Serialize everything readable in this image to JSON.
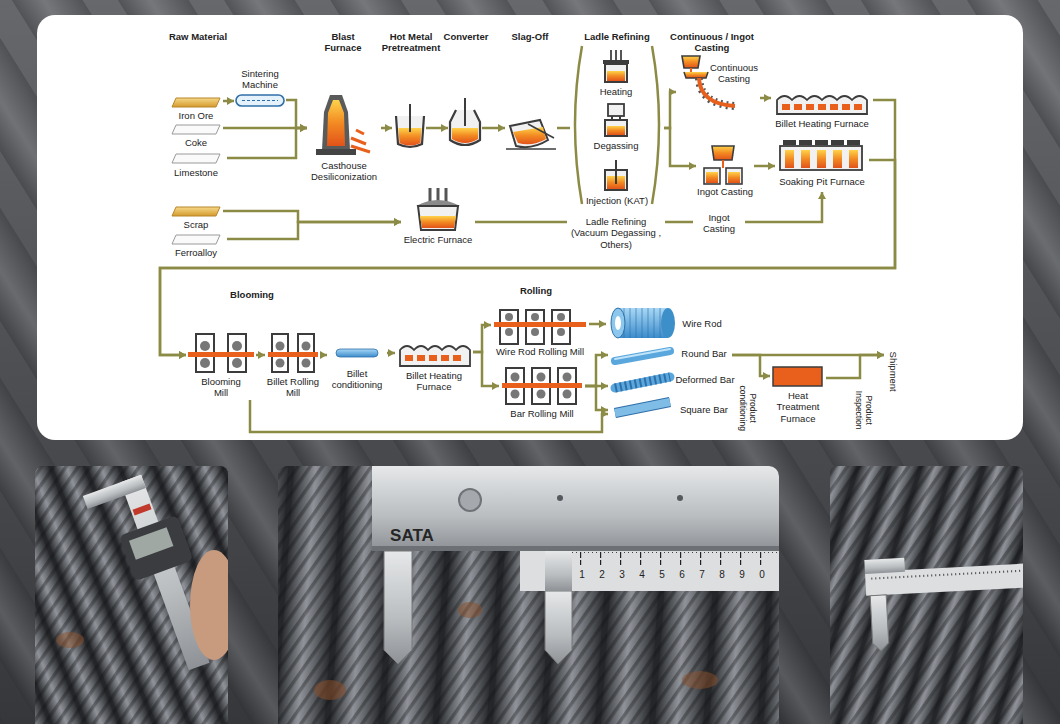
{
  "diagram": {
    "nodes": [
      {
        "text": [
          "Iron Ore"
        ]
      },
      {
        "text": [
          "Coke"
        ]
      },
      {
        "text": [
          "Limestone"
        ]
      },
      {
        "text": [
          "Sintering Machine"
        ]
      },
      {
        "text": [
          "Blast Furnace",
          "Casthouse Desiliconization"
        ]
      },
      {
        "text": [
          "Hot Metal Pretreatment"
        ]
      },
      {
        "text": [
          "Converter"
        ]
      },
      {
        "text": [
          "Slag-Off"
        ]
      },
      {
        "text": [
          "Ladle Refining"
        ]
      },
      {
        "text": [
          "Heating"
        ],
        "in": 8
      },
      {
        "text": [
          "Degassing"
        ],
        "in": 8
      },
      {
        "text": [
          "Injection (KAT)"
        ],
        "in": 8
      },
      {
        "text": [
          "Continuous Casting"
        ]
      },
      {
        "text": [
          "Ingot Casting"
        ]
      },
      {
        "text": [
          "Billet Heating Furnace"
        ]
      },
      {
        "text": [
          "Soaking Pit Furnace"
        ]
      },
      {
        "text": [
          "Scrap"
        ]
      },
      {
        "text": [
          "Ferroalloy"
        ]
      },
      {
        "text": [
          "Electric Furnace"
        ]
      },
      {
        "text": [
          "Ladle Refining (Vacuum Degassing , Others)"
        ]
      },
      {
        "text": [
          "Ingot Casting"
        ]
      },
      {
        "text": [
          "Blooming Mill"
        ]
      },
      {
        "text": [
          "Billet Rolling Mill"
        ]
      },
      {
        "text": [
          "Billet conditioning"
        ]
      },
      {
        "text": [
          "Billet Heating Furnace"
        ]
      },
      {
        "text": [
          "Wire Rod Rolling Mill"
        ]
      },
      {
        "text": [
          "Bar Rolling Mill"
        ]
      },
      {
        "text": [
          "Wire Rod"
        ]
      },
      {
        "text": [
          "Round Bar"
        ]
      },
      {
        "text": [
          "Deformed Bar"
        ]
      },
      {
        "text": [
          "Square Bar"
        ]
      },
      {
        "text": [
          "Heat Treatment Furnace"
        ]
      },
      {
        "text": [
          "Shipment"
        ]
      }
    ],
    "edges": [
      {
        "from": 0,
        "to": 3,
        "arrow": "to"
      },
      {
        "from": 3,
        "to": 4,
        "arrow": "to"
      },
      {
        "from": 1,
        "to": 4,
        "arrow": "to"
      },
      {
        "from": 2,
        "to": 4,
        "arrow": "to"
      },
      {
        "from": 4,
        "to": 5,
        "arrow": "to"
      },
      {
        "from": 5,
        "to": 6,
        "arrow": "to"
      },
      {
        "from": 6,
        "to": 7,
        "arrow": "to"
      },
      {
        "from": 7,
        "to": 8,
        "arrow": "none"
      },
      {
        "from": 8,
        "to": 12,
        "arrow": "to"
      },
      {
        "from": 8,
        "to": 13,
        "arrow": "to"
      },
      {
        "from": 12,
        "to": 14,
        "arrow": "to"
      },
      {
        "from": 13,
        "to": 15,
        "arrow": "to"
      },
      {
        "from": 14,
        "to": 21,
        "arrow": "to"
      },
      {
        "from": 15,
        "to": 21,
        "arrow": "to"
      },
      {
        "from": 16,
        "to": 18,
        "arrow": "to"
      },
      {
        "from": 17,
        "to": 18,
        "arrow": "to"
      },
      {
        "from": 18,
        "to": 19,
        "arrow": "none"
      },
      {
        "from": 19,
        "to": 20,
        "arrow": "none"
      },
      {
        "from": 20,
        "to": 15,
        "arrow": "to"
      },
      {
        "from": 21,
        "to": 22,
        "arrow": "to"
      },
      {
        "from": 22,
        "to": 23,
        "arrow": "to"
      },
      {
        "from": 23,
        "to": 24,
        "arrow": "to"
      },
      {
        "from": 24,
        "to": 25,
        "arrow": "to"
      },
      {
        "from": 24,
        "to": 26,
        "arrow": "to"
      },
      {
        "from": 25,
        "to": 27,
        "arrow": "to"
      },
      {
        "from": 26,
        "to": 28,
        "arrow": "to"
      },
      {
        "from": 26,
        "to": 29,
        "arrow": "to"
      },
      {
        "from": 26,
        "to": 30,
        "arrow": "to"
      },
      {
        "from": 21,
        "to": 30,
        "arrow": "to"
      },
      {
        "from": 28,
        "to": 31,
        "arrow": "to"
      },
      {
        "from": 28,
        "to": 32,
        "arrow": "to"
      },
      {
        "from": 31,
        "to": 32,
        "arrow": "to"
      }
    ],
    "labels": [
      "Raw Material",
      "Continuous / Ingot Casting",
      "Blooming",
      "Rolling",
      "Product conditioning",
      "Product Inspection",
      "SATA",
      "1",
      "2",
      "3",
      "4",
      "5",
      "6",
      "7",
      "8",
      "9",
      "0"
    ]
  }
}
